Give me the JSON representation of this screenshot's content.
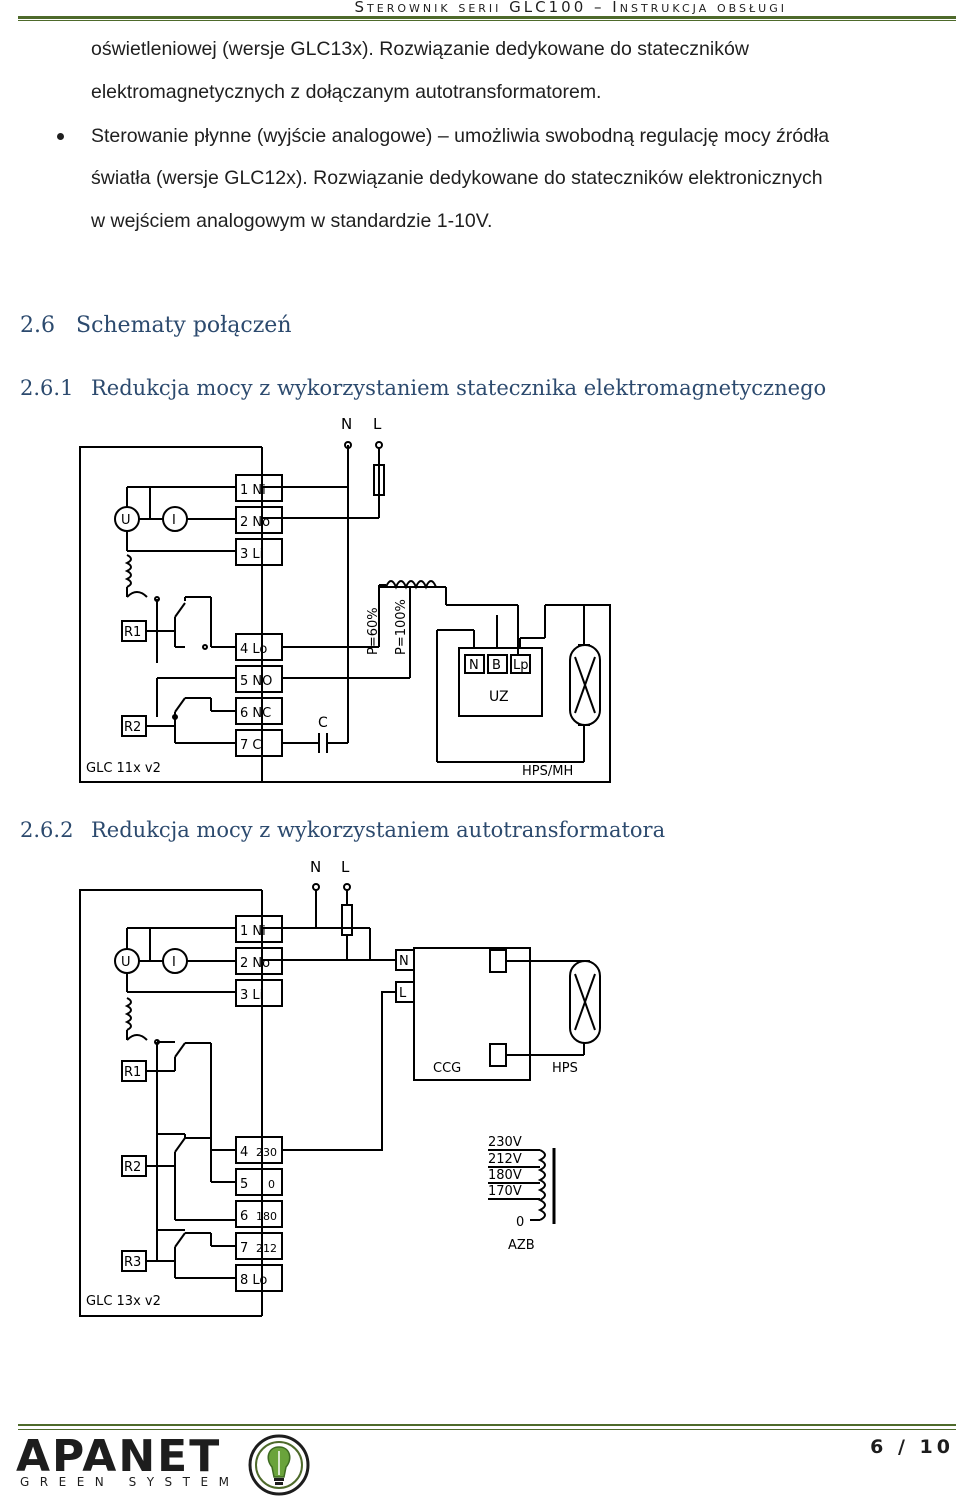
{
  "header": {
    "title": "Sterownik serii GLC100 – Instrukcja obsługi"
  },
  "body": {
    "line1": "oświetleniowej (wersje GLC13x). Rozwiązanie dedykowane do stateczników",
    "line2": "elektromagnetycznych z dołączanym autotransformatorem.",
    "line3": "Sterowanie płynne (wyjście analogowe) – umożliwia swobodną regulację mocy źródła",
    "line4": "światła (wersje GLC12x). Rozwiązanie dedykowane do stateczników elektronicznych",
    "line5": "w wejściem analogowym w standardzie 1-10V."
  },
  "section": {
    "number": "2.6",
    "title": "Schematy połączeń"
  },
  "sub1": {
    "number": "2.6.1",
    "title": "Redukcja mocy z wykorzystaniem statecznika elektromagnetycznego"
  },
  "sub2": {
    "number": "2.6.2",
    "title": "Redukcja mocy z wykorzystaniem autotransformatora"
  },
  "diagram1": {
    "mains_n": "N",
    "mains_l": "L",
    "meter_u": "U",
    "meter_i": "I",
    "t1": "1 Ni",
    "t2": "2 No",
    "t3": "3 Li",
    "t4": "4 Lo",
    "t5": "5 NO",
    "t6": "6 NC",
    "t7": "7 C",
    "relay1": "R1",
    "relay2": "R2",
    "p60": "P=60%",
    "p100": "P=100%",
    "ign_n": "N",
    "ign_b": "B",
    "ign_lp": "Lp",
    "ign_name": "UZ",
    "cap": "C",
    "lamp": "HPS/MH",
    "device": "GLC 11x v2"
  },
  "diagram2": {
    "mains_n": "N",
    "mains_l": "L",
    "meter_u": "U",
    "meter_i": "I",
    "t1": "1 Ni",
    "t2": "2 No",
    "t3": "3 Li",
    "t4n": "4",
    "t4v": "230",
    "t5n": "5",
    "t5v": "0",
    "t6n": "6",
    "t6v": "180",
    "t7n": "7",
    "t7v": "212",
    "t8": "8 Lo",
    "relay1": "R1",
    "relay2": "R2",
    "relay3": "R3",
    "ccg_n": "N",
    "ccg_l": "L",
    "ccg": "CCG",
    "lamp": "HPS",
    "v230": "230V",
    "v212": "212V",
    "v180": "180V",
    "v170": "170V",
    "v0": "0",
    "azb": "AZB",
    "device": "GLC 13x v2"
  },
  "footer": {
    "brand": "APANET",
    "sub": "GREEN SYSTEM",
    "page": "6 / 10"
  },
  "colors": {
    "accent": "#4e6a2b",
    "heading": "#2c4a6e"
  }
}
